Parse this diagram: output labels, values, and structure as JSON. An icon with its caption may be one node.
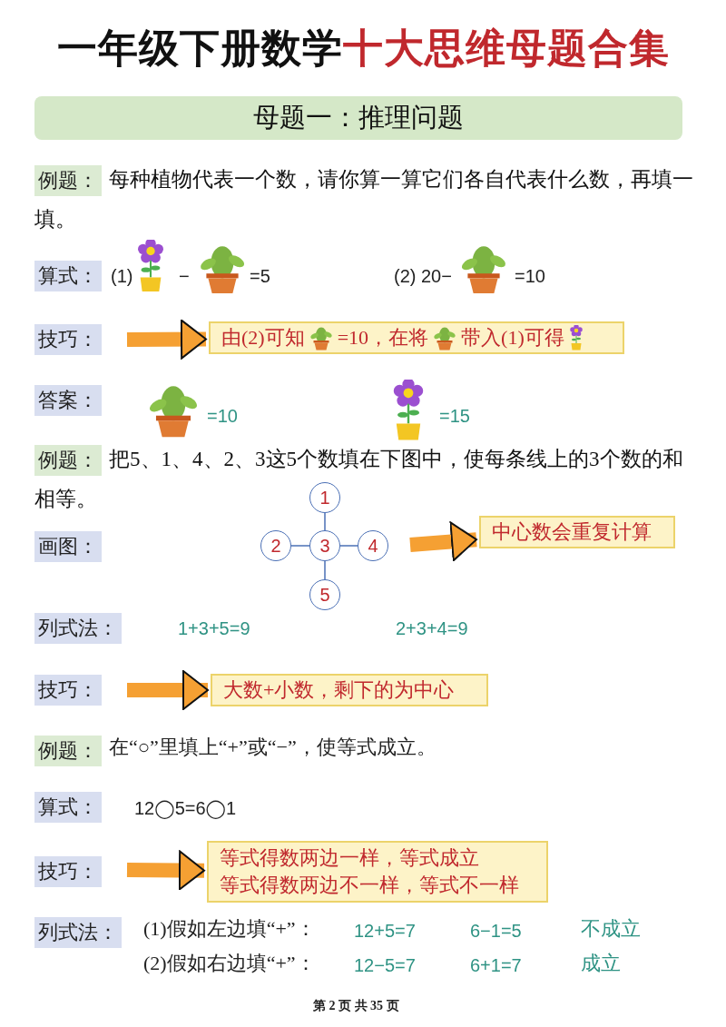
{
  "diagram": {
    "nodes": [
      {
        "text": [
          "母题一：推理问题"
        ]
      },
      {
        "text": [
          "由(2)可知",
          "=10，在将",
          "带入(1)可得"
        ]
      },
      {
        "text": [
          "1"
        ]
      },
      {
        "text": [
          "2"
        ]
      },
      {
        "text": [
          "3"
        ]
      },
      {
        "text": [
          "4"
        ]
      },
      {
        "text": [
          "5"
        ]
      },
      {
        "text": [
          "中心数会重复计算"
        ]
      },
      {
        "text": [
          "大数+小数，剩下的为中心"
        ]
      },
      {
        "text": [
          "等式得数两边一样，等式成立",
          "等式得数两边不一样，等式不一样"
        ]
      }
    ],
    "edges": [
      {
        "from": 4,
        "to": 2,
        "arrow": "none"
      },
      {
        "from": 4,
        "to": 3,
        "arrow": "none"
      },
      {
        "from": 4,
        "to": 5,
        "arrow": "none"
      },
      {
        "from": 4,
        "to": 6,
        "arrow": "none"
      },
      {
        "from": null,
        "to": 1,
        "arrow": "to",
        "style": "thick",
        "color": "#f5a033"
      },
      {
        "from": null,
        "to": 7,
        "arrow": "to",
        "style": "thick",
        "color": "#f5a033"
      },
      {
        "from": null,
        "to": 8,
        "arrow": "to",
        "style": "thick",
        "color": "#f5a033"
      },
      {
        "from": null,
        "to": 9,
        "arrow": "to",
        "style": "thick",
        "color": "#f5a033"
      }
    ],
    "labels": [
      "一年级下册数学",
      "十大思维母题合集",
      "例题：",
      "每种植物代表一个数，请你算一算它们各自代表什么数，再填一填。",
      "算式：",
      "(1)",
      "−",
      "=5",
      "(2) 20−",
      "=10",
      "技巧：",
      "答案：",
      "=10",
      "=15",
      "例题：",
      "把5、1、4、2、3这5个数填在下图中，使每条线上的3个数的和相等。",
      "画图：",
      "列式法：",
      "1+3+5=9",
      "2+3+4=9",
      "技巧：",
      "例题：",
      "在“○”里填上“+”或“−”，使等式成立。",
      "算式：",
      "12◯5=6◯1",
      "技巧：",
      "列式法：",
      "(1)假如左边填“+”：",
      "12+5=7",
      "6−1=5",
      "不成立",
      "(2)假如右边填“+”：",
      "12−5=7",
      "6+1=7",
      "成立",
      "第 2 页 共 35 页"
    ]
  }
}
